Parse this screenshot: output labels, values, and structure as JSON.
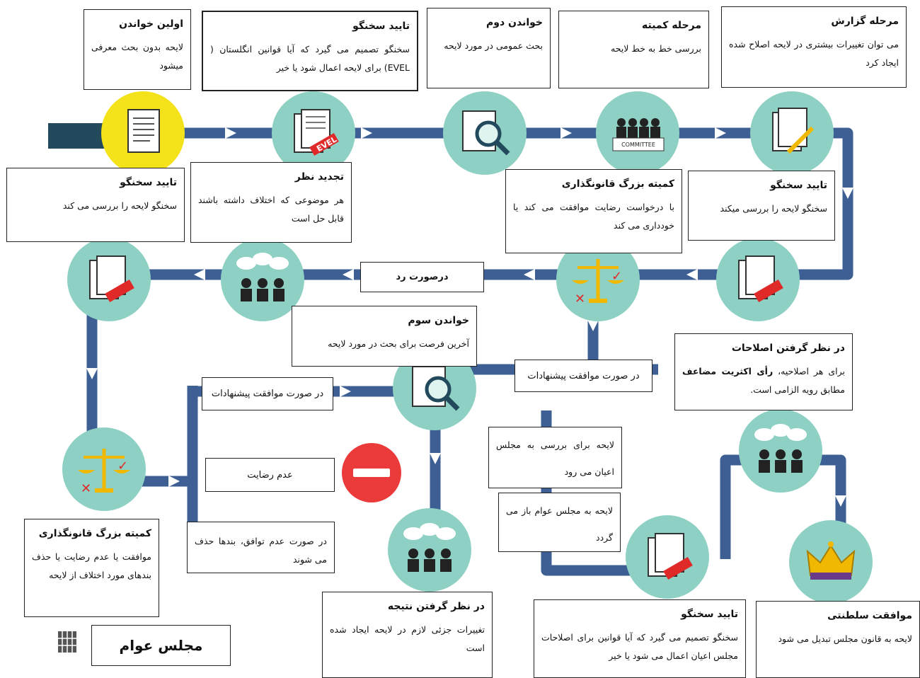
{
  "title": "مجلس عوام",
  "stages": [
    {
      "id": "first_reading",
      "title": "اولین خواندن",
      "desc": "لایحه بدون بحث معرفی میشود",
      "icon": "document-icon"
    },
    {
      "id": "speaker_evel_1",
      "title": "تایید سخنگو",
      "desc": "سخنگو تصمیم می گیرد که آیا قوانین انگلستان ( EVEL) برای لایحه اعمال شود یا خیر",
      "icon": "evel-documents-icon"
    },
    {
      "id": "second_reading",
      "title": "خواندن دوم",
      "desc": "بحث عمومی در مورد لایحه",
      "icon": "magnifier-document-icon"
    },
    {
      "id": "committee_stage",
      "title": "مرحله کمیته",
      "desc": "بررسی خط به خط لایحه",
      "icon": "committee-icon",
      "icon_label": "COMMITTEE"
    },
    {
      "id": "report_stage",
      "title": "مرحله گزارش",
      "desc": "می توان تغییرات بیشتری در لایحه اصلاح شده ایجاد کرد",
      "icon": "document-pen-icon"
    },
    {
      "id": "speaker_confirm_1",
      "title": "تایید سخنگو",
      "desc": "سخنگو لایحه را بررسی میکند",
      "icon": "evel-documents-icon"
    },
    {
      "id": "legislative_grand_committee_1",
      "title": "کمیته بزرگ قانونگذاری",
      "desc": "با درخواست رضایت موافقت می کند یا خودداری می کند",
      "icon": "scales-icon"
    },
    {
      "id": "reconsideration",
      "title": "تجدید نظر",
      "desc": "هر موضوعی که اختلاف داشته باشند قابل حل است",
      "icon": "people-discussion-icon"
    },
    {
      "id": "speaker_confirm_2",
      "title": "تایید سخنگو",
      "desc": "سخنگو لایحه  را بررسی می کند",
      "icon": "evel-documents-icon"
    },
    {
      "id": "third_reading",
      "title": "خواندن سوم",
      "desc": "آخرین فرصت برای بحث در مورد لایحه",
      "icon": "magnifier-document-icon"
    },
    {
      "id": "legislative_grand_committee_2",
      "title": "کمیته بزرگ قانونگذاری",
      "desc": "موافقت یا عدم رضایت یا حذف بندهای مورد اختلاف از لایحه",
      "icon": "scales-icon"
    },
    {
      "id": "consideration_of_amendments",
      "title": "در نظر گرفتن اصلاحات",
      "desc_plain": "برای هر اصلاحیه، ",
      "desc_bold": "رأی اکثریت مضاعف",
      "desc_rest": " مطابق رویه الزامی است.",
      "icon": "people-discussion-icon"
    },
    {
      "id": "consequential_consideration",
      "title": "در نظر گرفتن نتیجه",
      "desc": "تغییرات جزئی لازم در لایحه ایجاد شده است",
      "icon": "people-discussion-icon"
    },
    {
      "id": "speaker_evel_2",
      "title": "تایید سخنگو",
      "desc": "سخنگو تصمیم می گیرد که آیا قوانین برای اصلاحات مجلس اعیان اعمال می شود یا خیر",
      "icon": "evel-documents-icon"
    },
    {
      "id": "royal_assent",
      "title": "موافقت سلطنتی",
      "desc": "لایحه به قانون مجلس تبدیل می شود",
      "icon": "crown-icon"
    }
  ],
  "labels": {
    "if_rejected": "درصورت رد",
    "if_proposals_agreed_1": "در صورت موافقت پیشنهادات",
    "if_proposals_agreed_2": "در صورت موافقت پیشنهادات",
    "no_consent": "عدم رضایت",
    "if_disagree": "در صورت عدم توافق، بندها حذف می شوند",
    "to_lords": "لایحه برای بررسی به مجلس اعیان می رود",
    "back_to_commons": "لایحه به مجلس عوام باز می گردد"
  },
  "evel_text": "EVEL",
  "colors": {
    "path": "#3d5f93",
    "circle": "#8ed1c4",
    "highlight": "#f4e31a",
    "stop": "#ea3a3a",
    "evel_stamp": "#e02a2a"
  }
}
